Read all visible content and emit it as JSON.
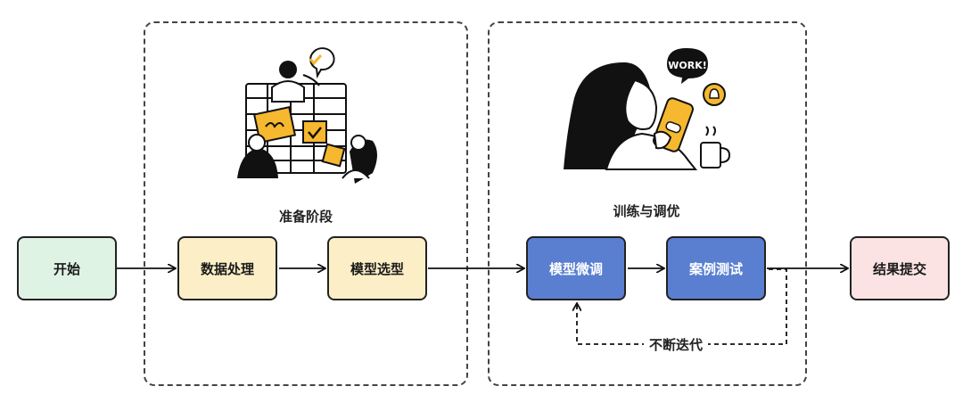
{
  "stages": [
    {
      "label": "准备阶段"
    },
    {
      "label": "训练与调优"
    }
  ],
  "nodes": [
    {
      "id": "start",
      "label": "开始",
      "color": "#dff3e4"
    },
    {
      "id": "data-processing",
      "label": "数据处理",
      "color": "#fcefc7"
    },
    {
      "id": "model-selection",
      "label": "模型选型",
      "color": "#fcefc7"
    },
    {
      "id": "fine-tuning",
      "label": "模型微调",
      "color": "#5a7fd0"
    },
    {
      "id": "case-testing",
      "label": "案例测试",
      "color": "#5a7fd0"
    },
    {
      "id": "submit",
      "label": "结果提交",
      "color": "#fbe3e3"
    }
  ],
  "loop": {
    "label": "不断迭代"
  },
  "illustrations": {
    "stage1": {
      "icon": "team-sticky-notes-illustration"
    },
    "stage2": {
      "icon": "woman-phone-work-illustration",
      "bubble_text": "WORK!"
    }
  }
}
